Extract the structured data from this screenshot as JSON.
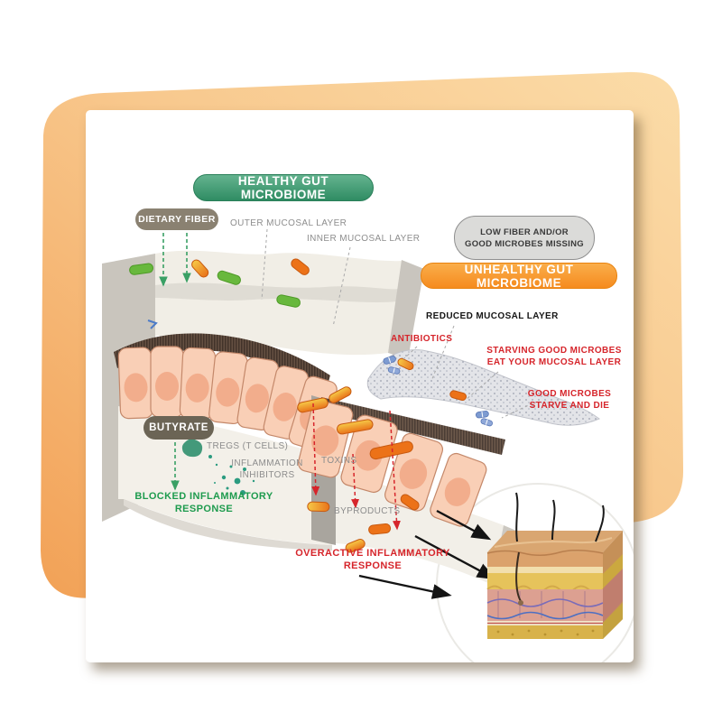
{
  "badges": {
    "healthy": "HEALTHY GUT MICROBIOME",
    "unhealthy": "UNHEALTHY GUT MICROBIOME",
    "low_fiber_line1": "LOW FIBER AND/OR",
    "low_fiber_line2": "GOOD MICROBES MISSING",
    "dietary_fiber": "DIETARY FIBER",
    "butyrate": "BUTYRATE"
  },
  "labels": {
    "outer_mucosal": "OUTER MUCOSAL LAYER",
    "inner_mucosal": "INNER MUCOSAL LAYER",
    "reduced_mucosal": "REDUCED MUCOSAL LAYER",
    "antibiotics": "ANTIBIOTICS",
    "starving_line1": "STARVING GOOD MICROBES",
    "starving_line2": "EAT YOUR MUCOSAL LAYER",
    "good_microbes_line1": "GOOD MICROBES",
    "good_microbes_line2": "STARVE AND DIE",
    "tregs": "TREGS (T CELLS)",
    "inflammation_line1": "INFLAMMATION",
    "inflammation_line2": "INHIBITORS",
    "blocked_line1": "BLOCKED INFLAMMATORY",
    "blocked_line2": "RESPONSE",
    "toxins": "TOXINS",
    "byproducts": "BYPRODUCTS",
    "overactive_line1": "OVERACTIVE INFLAMMATORY",
    "overactive_line2": "RESPONSE"
  },
  "colors": {
    "healthy_green": "#3c9169",
    "unhealthy_orange": "#f6921e",
    "alert_red": "#d6252b",
    "response_green": "#1e9b4e",
    "fiber_taupe": "#8a8171",
    "butyrate_taupe": "#6b6455",
    "backdrop_orange": "#f5a85c",
    "good_bacteria_green": "#68b83d",
    "bad_bacteria_orange": "#ec7218",
    "antibiotic_blue": "#7d9bd1"
  }
}
